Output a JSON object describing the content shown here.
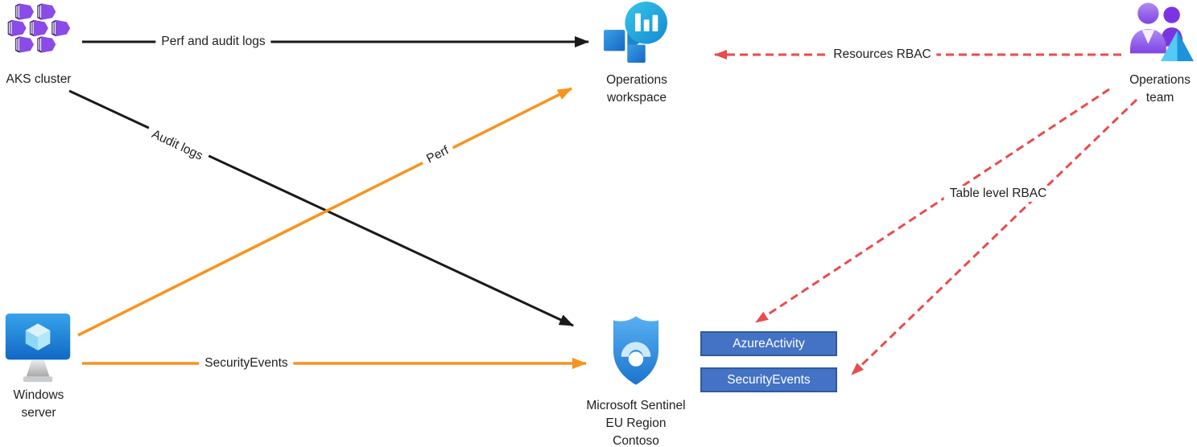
{
  "colors": {
    "arrow_black": "#1a1a1a",
    "arrow_orange": "#f7941d",
    "arrow_red": "#ea4b4c",
    "box_fill": "#4472c4",
    "box_border": "#2f5b9e",
    "box_text": "#ffffff",
    "label_color": "#201f1e"
  },
  "nodes": {
    "aks_cluster": {
      "label": "AKS cluster",
      "icon": "aks-cluster-icon"
    },
    "operations_workspace": {
      "lines": [
        "Operations",
        "workspace"
      ],
      "icon": "log-analytics-workspace-icon"
    },
    "operations_team": {
      "lines": [
        "Operations",
        "team"
      ],
      "icon": "operations-team-icon"
    },
    "windows_server": {
      "lines": [
        "Windows",
        "server"
      ],
      "icon": "windows-server-icon"
    },
    "microsoft_sentinel": {
      "lines": [
        "Microsoft Sentinel",
        "EU Region",
        "Contoso"
      ],
      "icon": "microsoft-sentinel-icon"
    }
  },
  "tables": [
    {
      "label": "AzureActivity"
    },
    {
      "label": "SecurityEvents"
    }
  ],
  "edges": {
    "perf_and_audit_logs": {
      "label": "Perf and audit logs",
      "style": "solid-black",
      "from": "AKS cluster",
      "to": "Operations workspace"
    },
    "audit_logs": {
      "label": "Audit logs",
      "style": "solid-black",
      "from": "AKS cluster",
      "to": "Microsoft Sentinel"
    },
    "perf": {
      "label": "Perf",
      "style": "solid-orange",
      "from": "Windows server",
      "to": "Operations workspace"
    },
    "security_events": {
      "label": "SecurityEvents",
      "style": "solid-orange",
      "from": "Windows server",
      "to": "Microsoft Sentinel"
    },
    "resources_rbac": {
      "label": "Resources RBAC",
      "style": "dashed-red",
      "from": "Operations team",
      "to": "Operations workspace"
    },
    "table_level_rbac": {
      "label": "Table level RBAC",
      "style": "dashed-red",
      "from": "Operations team",
      "to": "AzureActivity / SecurityEvents tables"
    }
  }
}
